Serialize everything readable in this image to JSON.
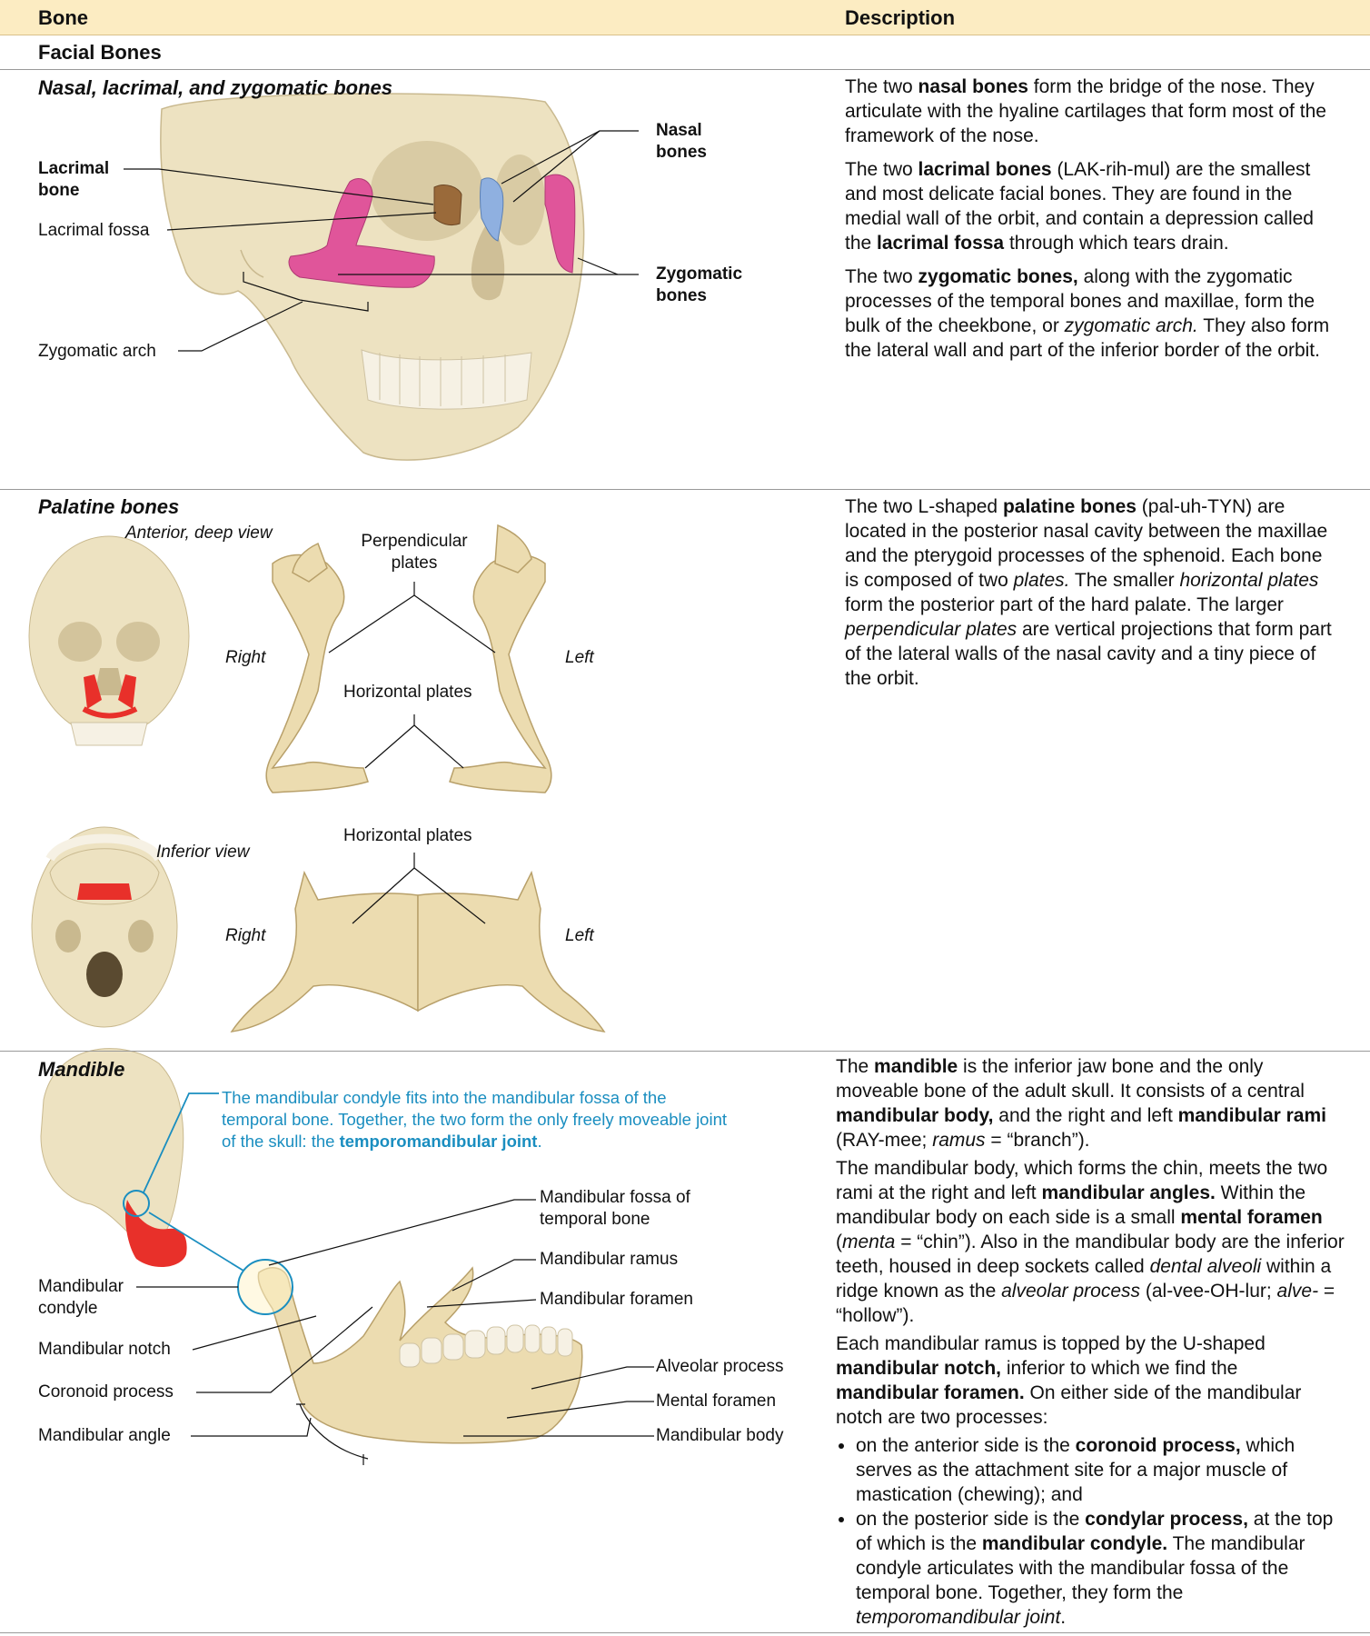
{
  "header": {
    "col_bone": "Bone",
    "col_desc": "Description"
  },
  "group_title": "Facial Bones",
  "nasal_section": {
    "title": "Nasal, lacrimal, and zygomatic bones",
    "labels": {
      "lacrimal_bone": "Lacrimal bone",
      "lacrimal_fossa": "Lacrimal fossa",
      "zygomatic_arch": "Zygomatic arch",
      "nasal_bones": "Nasal bones",
      "zygomatic_bones": "Zygomatic bones"
    },
    "p1": {
      "a": "The two ",
      "b": "nasal bones",
      "c": " form the bridge of the nose. They articulate with the hyaline cartilages that form most of the framework of the nose."
    },
    "p2": {
      "a": "The two ",
      "b": "lacrimal bones",
      "c": " (LAK-rih-mul) are the smallest and most delicate facial bones. They are found in the medial wall of the orbit, and contain a depression called the ",
      "d": "lacrimal fossa",
      "e": " through which tears drain."
    },
    "p3": {
      "a": "The two ",
      "b": "zygomatic bones,",
      "c": " along with the zygomatic processes of the temporal bones and maxillae, form the bulk of the cheekbone, or ",
      "d": "zygomatic arch.",
      "e": " They also form the lateral wall and part of the inferior border of the orbit."
    }
  },
  "palatine_section": {
    "title": "Palatine bones",
    "labels": {
      "anterior_view": "Anterior, deep view",
      "perpendicular_plates": "Perpendicular plates",
      "right_1": "Right",
      "left_1": "Left",
      "horizontal_plates_1": "Horizontal plates",
      "inferior_view": "Inferior view",
      "horizontal_plates_2": "Horizontal plates",
      "right_2": "Right",
      "left_2": "Left"
    },
    "p1": {
      "a": "The two L-shaped ",
      "b": "palatine bones",
      "c": " (pal-uh-TYN) are located in the posterior nasal cavity between the maxillae and the pterygoid processes of the sphenoid. Each bone is composed of two ",
      "d": "plates.",
      "e": " The smaller ",
      "f": "horizontal plates",
      "g": " form the posterior part of the hard palate. The larger ",
      "h": "perpendicular plates",
      "i": " are vertical projections that form part of the lateral walls of the nasal cavity and a tiny piece of the orbit."
    }
  },
  "mandible_section": {
    "title": "Mandible",
    "tmj_caption": {
      "a": "The mandibular condyle fits into the mandibular fossa of the temporal bone. Together, the two form the only freely moveable joint of the skull: the ",
      "b": "temporomandibular joint",
      "c": "."
    },
    "labels": {
      "mandibular_condyle": "Mandibular condyle",
      "mandibular_notch": "Mandibular notch",
      "coronoid_process": "Coronoid process",
      "mandibular_angle": "Mandibular angle",
      "mandibular_fossa": "Mandibular fossa of temporal bone",
      "mandibular_ramus": "Mandibular ramus",
      "mandibular_foramen": "Mandibular foramen",
      "alveolar_process": "Alveolar process",
      "mental_foramen": "Mental foramen",
      "mandibular_body": "Mandibular body"
    },
    "p1": {
      "a": "The ",
      "b": "mandible",
      "c": " is the inferior jaw bone and the only moveable bone of the adult skull. It consists of a central ",
      "d": "mandibular body,",
      "e": " and the right and left ",
      "f": "mandibular rami",
      "g": " (RAY-mee; ",
      "h": "ramus",
      "i": " = “branch”)."
    },
    "p2": {
      "a": "The mandibular body, which forms the chin, meets the two rami at the right and left ",
      "b": "mandibular angles.",
      "c": " Within the mandibular body on each side is a small ",
      "d": "mental foramen",
      "e": " (",
      "f": "menta",
      "g": " = “chin”). Also in the mandibular body are the inferior teeth, housed in deep sockets called ",
      "h": "dental alveoli",
      "i": " within a ridge known as the ",
      "j": "alveolar process",
      "k": " (al-vee-OH-lur; ",
      "l": "alve-",
      "m": " = “hollow”)."
    },
    "p3": {
      "a": "Each mandibular ramus is topped by the U-shaped ",
      "b": "mandibular notch,",
      "c": " inferior to which we find the ",
      "d": "mandibular foramen.",
      "e": " On either side of the mandibular notch are two processes:"
    },
    "bullet1": {
      "a": "on the anterior side is the ",
      "b": "coronoid process,",
      "c": " which serves as the attachment site for a major muscle of mastication (chewing); and"
    },
    "bullet2": {
      "a": "on the posterior side is the ",
      "b": "condylar process,",
      "c": " at the top of which is the ",
      "d": "mandibular condyle.",
      "e": " The mandibular condyle articulates with the mandibular fossa of the temporal bone. Together, they form the ",
      "f": "temporomandibular joint",
      "g": "."
    }
  },
  "colors": {
    "header_bg": "#fcecc2",
    "bone": "#ecdfb8",
    "lacrimal": "#9a6a3a",
    "nasal": "#8fb0e0",
    "zygomatic": "#e0559a",
    "palatine_red": "#e8302a",
    "callout_blue": "#1a8ec0"
  }
}
